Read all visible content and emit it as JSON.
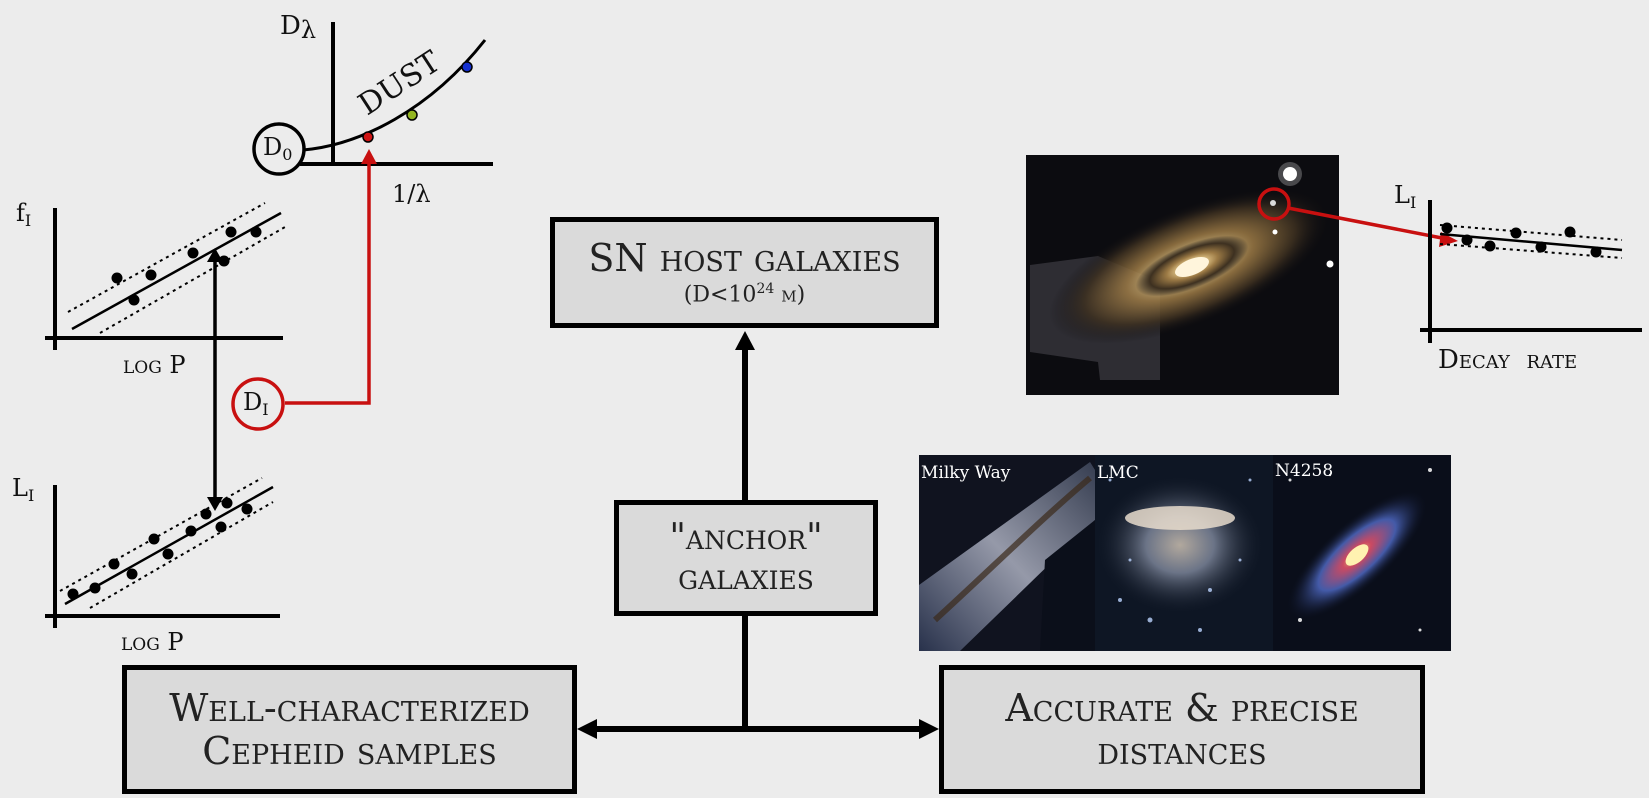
{
  "boxes": {
    "sn_host": {
      "line1": "SN host galaxies",
      "line2": "(D<10",
      "line2_sup": "24",
      "line2_end": " m)"
    },
    "anchor": {
      "line1": "\"anchor\"",
      "line2": "galaxies"
    },
    "cepheid": {
      "line1": "Well-characterized",
      "line2": "Cepheid samples"
    },
    "distances": {
      "line1": "Accurate & precise",
      "line2": "distances"
    }
  },
  "dust_plot": {
    "ylabel": "D",
    "ylabel_sub": "λ",
    "curve_label": "DUST",
    "xlabel": "1/λ",
    "intercept_label": "D",
    "intercept_sub": "0",
    "point_colors": [
      "#d01515",
      "#93b520",
      "#1530d0"
    ]
  },
  "pl_plot_flux": {
    "ylabel": "f",
    "ylabel_sub": "I",
    "xlabel": "log P"
  },
  "pl_plot_lum": {
    "ylabel": "L",
    "ylabel_sub": "I",
    "xlabel": "log P"
  },
  "di_marker": {
    "label": "D",
    "sub": "I",
    "color": "#c81010"
  },
  "decay_plot": {
    "ylabel": "L",
    "ylabel_sub": "I",
    "xlabel": "Decay  rate"
  },
  "anchor_images": {
    "panels": [
      "Milky Way",
      "LMC",
      "N4258"
    ]
  },
  "colors": {
    "accent_red": "#c81010",
    "box_fill": "#dadada",
    "background": "#ececec"
  }
}
